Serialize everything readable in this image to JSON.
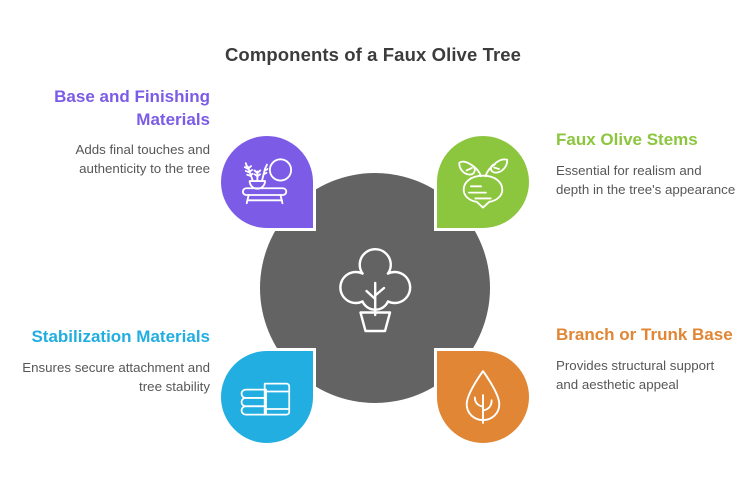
{
  "title": "Components of a Faux Olive Tree",
  "center": {
    "icon": "potted-tree-icon",
    "color": "#636363"
  },
  "nodes": [
    {
      "id": "base-and-finishing-materials",
      "position": "top-left",
      "heading": "Base and Finishing Materials",
      "description": "Adds final touches and authenticity to the tree",
      "color": "#7C5CE6",
      "icon": "console-table-plant-mirror-icon"
    },
    {
      "id": "faux-olive-stems",
      "position": "top-right",
      "heading": "Faux Olive Stems",
      "description": "Essential for realism and depth in the tree's appearance",
      "color": "#8CC63E",
      "icon": "beet-plant-icon"
    },
    {
      "id": "stabilization-materials",
      "position": "bottom-left",
      "heading": "Stabilization Materials",
      "description": "Ensures secure attachment and tree stability",
      "color": "#22AEE0",
      "icon": "stacked-sacks-icon"
    },
    {
      "id": "branch-or-trunk-base",
      "position": "bottom-right",
      "heading": "Branch or Trunk Base",
      "description": "Provides structural support and aesthetic appeal",
      "color": "#E08634",
      "icon": "leaf-icon"
    }
  ]
}
